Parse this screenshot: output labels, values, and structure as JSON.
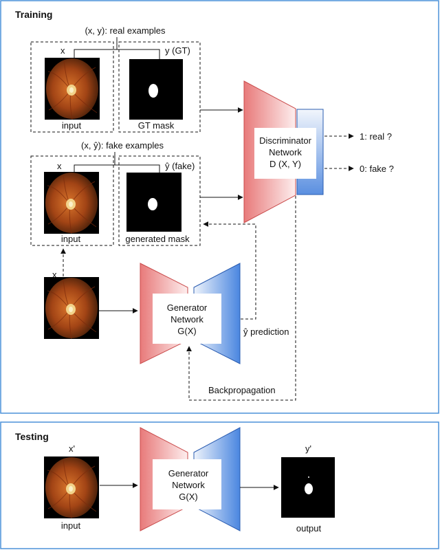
{
  "colors": {
    "panel_border": "#4a90d9",
    "red_light": "#fbe4e4",
    "red_dark": "#e87a7a",
    "blue_light": "#dfe9f7",
    "blue_dark": "#4a86e0",
    "fundus_dark": "#3a1a08",
    "fundus_mid": "#a24415",
    "fundus_light": "#d9752c",
    "optic_disc": "#f2d38a"
  },
  "training": {
    "title": "Training",
    "real_examples_label": "(x, y): real examples",
    "fake_examples_label": "(x, ŷ): fake examples",
    "x_label_real": "x",
    "y_label_gt": "y (GT)",
    "input_caption_real": "input",
    "gt_mask_caption": "GT mask",
    "x_label_fake": "x",
    "y_hat_fake_label": "ŷ (fake)",
    "input_caption_fake": "input",
    "generated_mask_caption": "generated mask",
    "x_source_label": "x",
    "discriminator": {
      "line1": "Discriminator",
      "line2": "Network",
      "line3": "D (X, Y)"
    },
    "output_real": "1: real ?",
    "output_fake": "0: fake ?",
    "generator": {
      "line1": "Generator",
      "line2": "Network",
      "line3": "G(X)"
    },
    "prediction_label": "ŷ prediction",
    "backprop_label": "Backpropagation"
  },
  "testing": {
    "title": "Testing",
    "x_prime_label": "x'",
    "input_caption": "input",
    "generator": {
      "line1": "Generator",
      "line2": "Network",
      "line3": "G(X)"
    },
    "y_prime_label": "y'",
    "output_caption": "output"
  }
}
